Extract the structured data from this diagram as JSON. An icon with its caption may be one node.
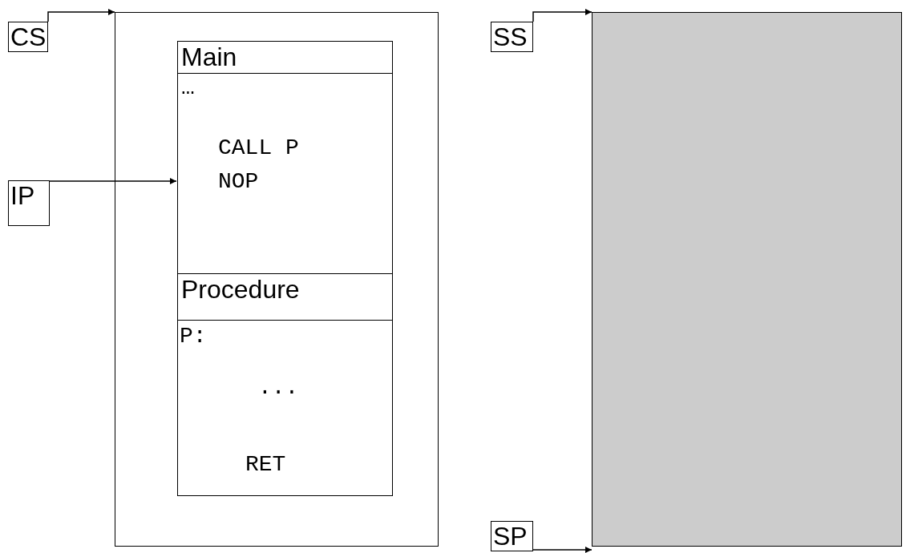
{
  "diagram": {
    "nodes": [
      {
        "text": [
          "CS"
        ]
      },
      {
        "text": [],
        "shape": "box"
      },
      {
        "text": [
          "Main"
        ],
        "in": 1
      },
      {
        "text": [
          "…",
          "CALL P",
          "NOP"
        ],
        "in": 1
      },
      {
        "text": [
          "IP"
        ]
      },
      {
        "text": [
          "Procedure"
        ],
        "in": 1
      },
      {
        "text": [
          "P:",
          "...",
          "RET"
        ],
        "in": 1
      },
      {
        "text": [
          "SS"
        ]
      },
      {
        "text": [],
        "shape": "box"
      },
      {
        "text": [
          "SP"
        ]
      }
    ],
    "edges": [
      {
        "from": 0,
        "to": 1,
        "arrow": "to"
      },
      {
        "from": 4,
        "to": 3,
        "arrow": "to"
      },
      {
        "from": 7,
        "to": 8,
        "arrow": "to"
      },
      {
        "from": 9,
        "to": 8,
        "arrow": "to"
      }
    ]
  }
}
